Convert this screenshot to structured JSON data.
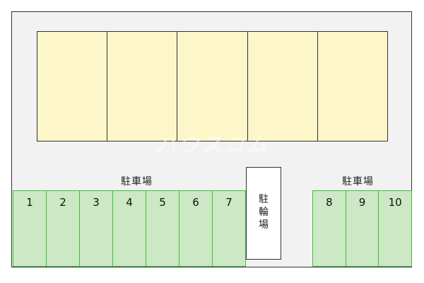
{
  "building": {
    "unit_count": 5
  },
  "watermark": "ハウスコム",
  "parking_left": {
    "label": "駐車場",
    "spaces": [
      "1",
      "2",
      "3",
      "4",
      "5",
      "6",
      "7"
    ]
  },
  "parking_right": {
    "label": "駐車場",
    "spaces": [
      "8",
      "9",
      "10"
    ]
  },
  "bike_parking": {
    "label_chars": [
      "駐",
      "輪",
      "場"
    ]
  },
  "colors": {
    "building_fill": "#fdf6c8",
    "parking_fill": "#cce8c4",
    "parking_border": "#3dbf3d",
    "ground": "#f2f2f2"
  }
}
